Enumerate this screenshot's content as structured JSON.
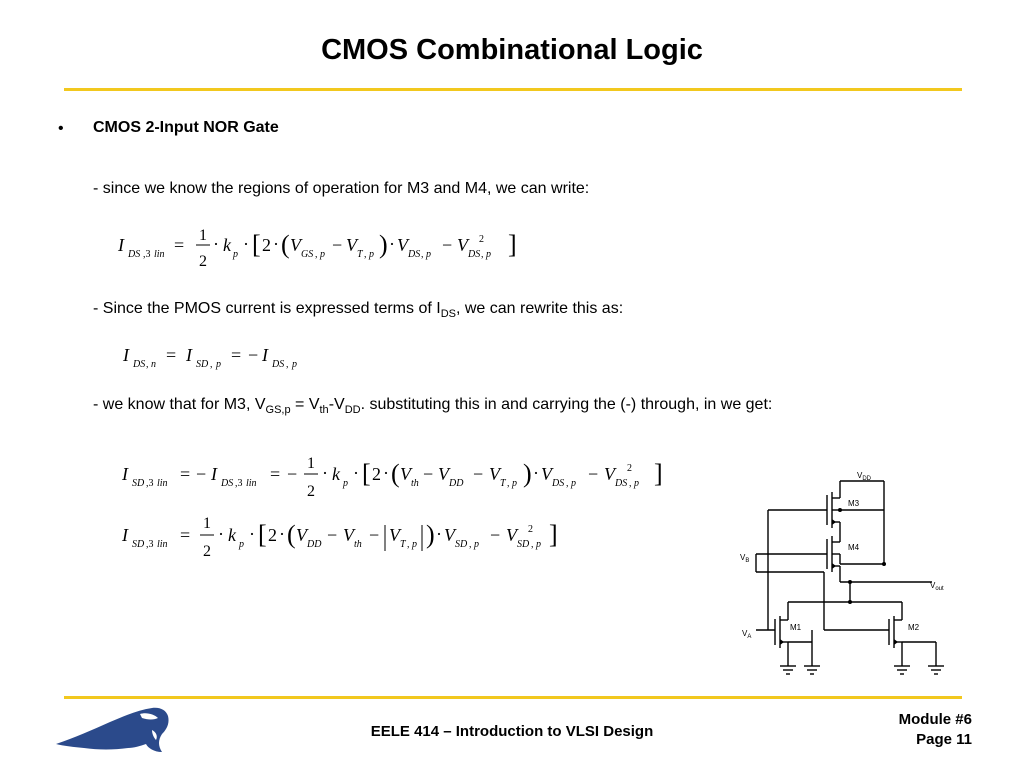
{
  "slide": {
    "title": "CMOS Combinational Logic",
    "bullet": "•",
    "heading": "CMOS 2-Input NOR Gate",
    "line1": "- since we know the regions of operation for M3 and M4, we can write:",
    "line2_pre": "- Since the PMOS current is expressed terms of I",
    "line2_sub": "DS",
    "line2_post": ", we can rewrite this as:",
    "line3_a": "- we know that for M3, V",
    "line3_sub1": "GS,p",
    "line3_b": " = V",
    "line3_sub2": "th",
    "line3_c": "-V",
    "line3_sub3": "DD",
    "line3_d": ".  substituting this in and carrying the (-) through, in we get:"
  },
  "footer": {
    "course": "EELE 414 – Introduction to VLSI Design",
    "module": "Module #6",
    "page": "Page 11"
  },
  "colors": {
    "rule": "#f2c81e",
    "logo": "#2b4a8b"
  },
  "circuit": {
    "vdd": "V",
    "vdd_sub": "DD",
    "vb": "V",
    "vb_sub": "B",
    "vout": "V",
    "vout_sub": "out",
    "va": "V",
    "va_sub": "A",
    "m1": "M1",
    "m2": "M2",
    "m3": "M3",
    "m4": "M4"
  }
}
